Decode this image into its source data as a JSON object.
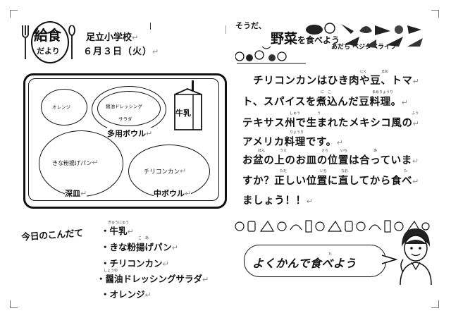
{
  "logo": {
    "title_main": "給食",
    "title_sub": "だより"
  },
  "school": "足立小学校",
  "date": "６月３日（火）",
  "banner": {
    "prefix": "そうだ、",
    "main_kanji": "野菜",
    "main_rest": "を食べよう",
    "sub": "あだち ベジタベライフ"
  },
  "tray": {
    "orange": "オレンジ",
    "salad_line1": "醤油ドレッシング",
    "salad_line2": "サラダ",
    "medium_bowl_top": "多用ボウル",
    "milk": "牛乳",
    "kinako": "きな粉揚げパン",
    "deep_plate": "深皿",
    "chili_dish": "チリコンカン",
    "medium_bowl": "中ボウル"
  },
  "article": {
    "lines": [
      "　チリコンカンはひき肉や豆、トマ",
      "ト、スパイスを煮込んだ豆料理。",
      "テキサス州で生まれたメキシコ風の",
      "アメリカ料理です。",
      "お盆の上のお皿の位置は合っていま",
      "すか？正しい位置に直してから食べ",
      "ましょう！！"
    ],
    "rubies": [
      "にく",
      "まめ",
      "に　こ",
      "まめりょうり",
      "しゅう",
      "う",
      "ふう",
      "りょうり",
      "ぼん",
      "うえ",
      "さら",
      "いち",
      "あ",
      "ただ",
      "いち",
      "なお",
      "た"
    ]
  },
  "menu": {
    "heading": "今日のこんだて",
    "items": [
      "・牛乳",
      "・きな粉揚げパン",
      "・チリコンカン",
      "・醤油ドレッシングサラダ",
      "・オレンジ"
    ],
    "rubies": [
      "ぎゅうにゅう",
      "こ　あ",
      "しょうゆ"
    ]
  },
  "slogan": "よくかんで食べよう",
  "slogan_ruby": "た",
  "return_mark": "↵"
}
